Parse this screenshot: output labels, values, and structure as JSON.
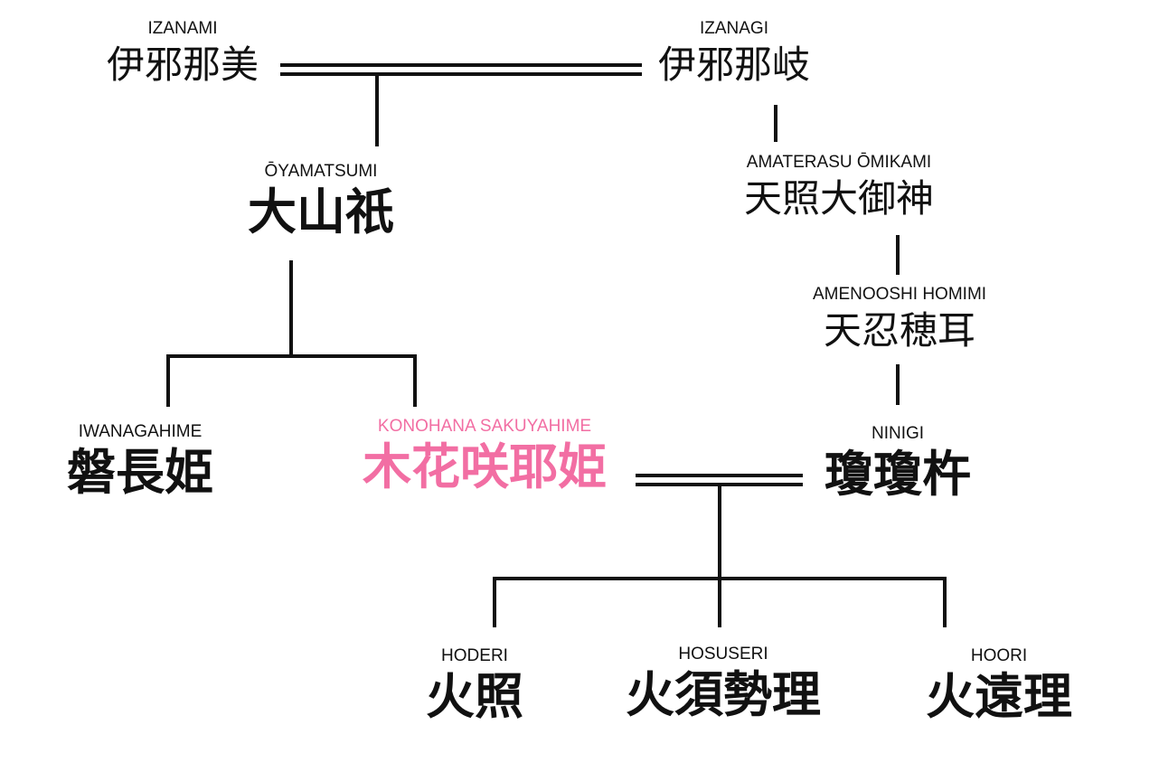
{
  "colors": {
    "line": "#111111",
    "text": "#111111",
    "highlight": "#f26ea3",
    "background": "#ffffff"
  },
  "nodes": {
    "izanami": {
      "roman": "IZANAMI",
      "kanji": "伊邪那美"
    },
    "izanagi": {
      "roman": "IZANAGI",
      "kanji": "伊邪那岐"
    },
    "oyamatsumi": {
      "roman": "ŌYAMATSUMI",
      "kanji": "大山祇"
    },
    "amaterasu": {
      "roman": "AMATERASU ŌMIKAMI",
      "kanji": "天照大御神"
    },
    "amenooshi": {
      "roman": "AMENOOSHI HOMIMI",
      "kanji": "天忍穂耳"
    },
    "iwanagahime": {
      "roman": "IWANAGAHIME",
      "kanji": "磐長姫"
    },
    "konohana": {
      "roman": "KONOHANA SAKUYAHIME",
      "kanji": "木花咲耶姫"
    },
    "ninigi": {
      "roman": "NINIGI",
      "kanji": "瓊瓊杵"
    },
    "hoderi": {
      "roman": "HODERI",
      "kanji": "火照"
    },
    "hosuseri": {
      "roman": "HOSUSERI",
      "kanji": "火須勢理"
    },
    "hoori": {
      "roman": "HOORI",
      "kanji": "火遠理"
    }
  }
}
